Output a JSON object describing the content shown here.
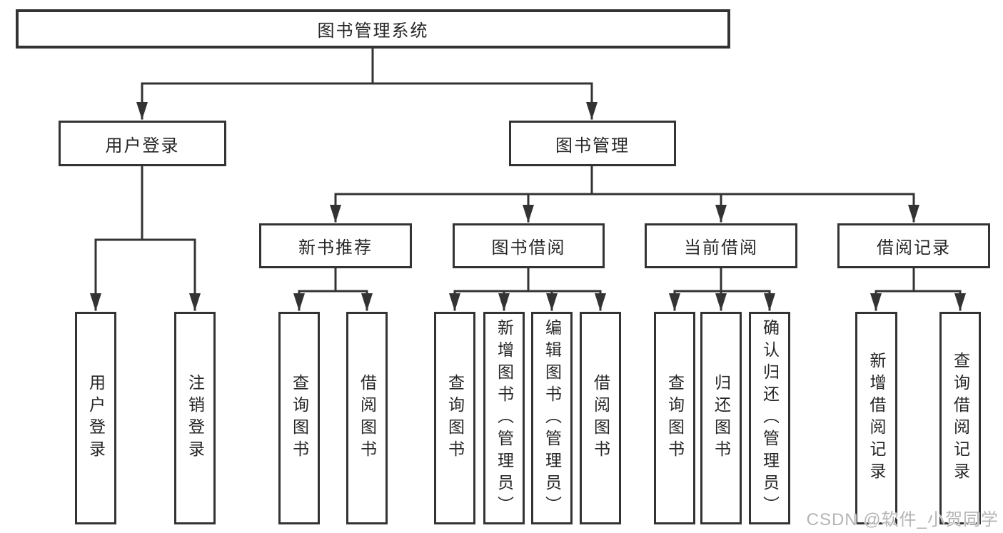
{
  "colors": {
    "line": "#333333",
    "box_border": "#333333",
    "text": "#262626",
    "watermark": "#b5b5b5",
    "background": "#ffffff"
  },
  "watermark": "CSDN @软件_小贺同学",
  "tree": {
    "label": "图书管理系统",
    "children": [
      {
        "label": "用户登录",
        "children": [
          {
            "label": "用户登录"
          },
          {
            "label": "注销登录"
          }
        ]
      },
      {
        "label": "图书管理",
        "children": [
          {
            "label": "新书推荐",
            "children": [
              {
                "label": "查询图书"
              },
              {
                "label": "借阅图书"
              }
            ]
          },
          {
            "label": "图书借阅",
            "children": [
              {
                "label": "查询图书"
              },
              {
                "label": "新增图书（管理员）"
              },
              {
                "label": "编辑图书（管理员）"
              },
              {
                "label": "借阅图书"
              }
            ]
          },
          {
            "label": "当前借阅",
            "children": [
              {
                "label": "查询图书"
              },
              {
                "label": "归还图书"
              },
              {
                "label": "确认归还（管理员）"
              }
            ]
          },
          {
            "label": "借阅记录",
            "children": [
              {
                "label": "新增借阅记录"
              },
              {
                "label": "查询借阅记录"
              }
            ]
          }
        ]
      }
    ]
  }
}
